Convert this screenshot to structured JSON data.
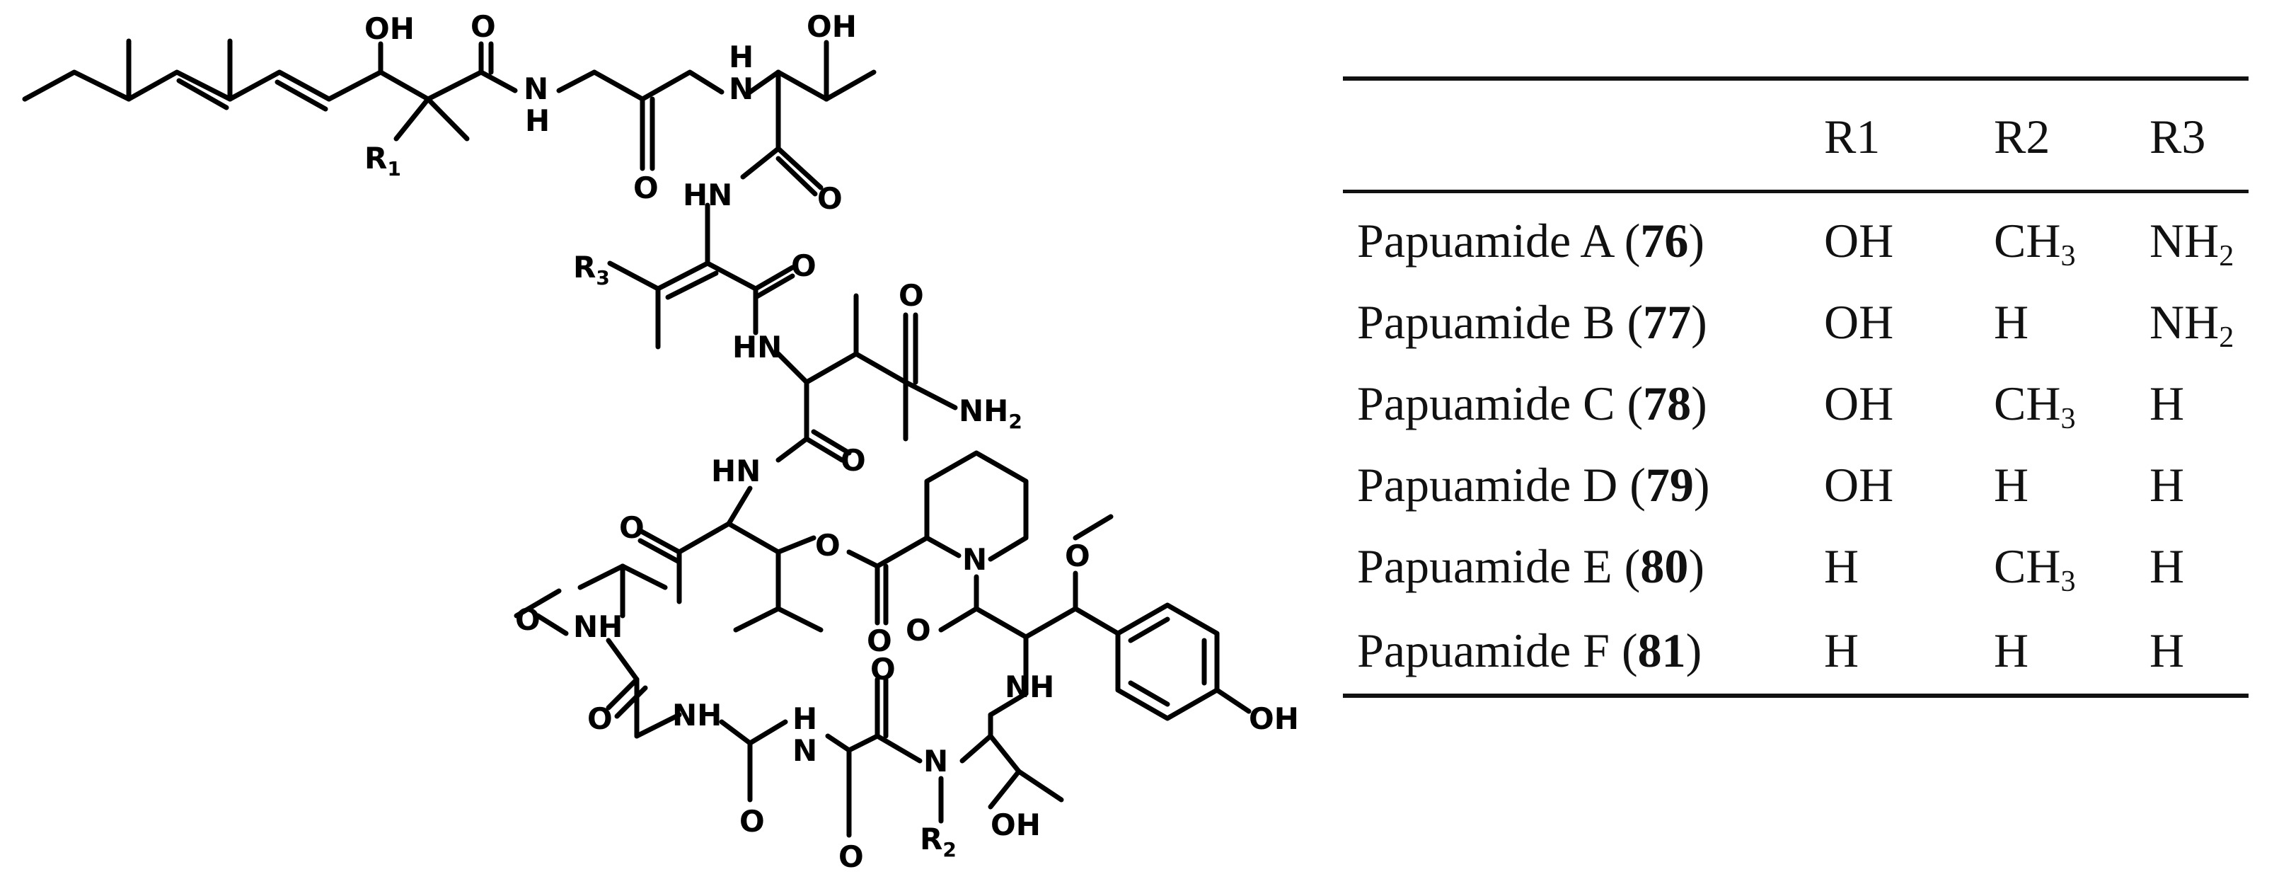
{
  "structure": {
    "labels": {
      "oh_top": "OH",
      "oh_thr_top": "OH",
      "n_top": "N",
      "h_top": "H",
      "n_thr": "N",
      "h_thr": "H",
      "o1": "O",
      "o2": "O",
      "o3": "O",
      "r1": "R",
      "r1_sub": "1",
      "hn_1": "HN",
      "r3": "R",
      "r3_sub": "3",
      "o4": "O",
      "hn_2": "HN",
      "o5": "O",
      "nh2": "NH",
      "nh2_sub": "2",
      "hn_3": "HN",
      "o6": "O",
      "o7": "O",
      "o_ester": "O",
      "n_pip": "N",
      "o_ome": "O",
      "nh_4": "NH",
      "o8": "O",
      "o_ome2": "O",
      "o9": "O",
      "nh_5": "NH",
      "o10": "O",
      "oh_phenol": "OH",
      "nh_6": "NH",
      "o11": "O",
      "n_7": "N",
      "h_7": "H",
      "o12": "O",
      "n_8": "N",
      "o13": "O",
      "r2": "R",
      "r2_sub": "2",
      "oh_bottom": "OH"
    }
  },
  "table": {
    "headers": [
      "",
      "R1",
      "R2",
      "R3"
    ],
    "rows": [
      {
        "name": "Papuamide A (",
        "cpd": "76",
        "close": ")",
        "r1": "OH",
        "r2": "CH",
        "r2_sub": "3",
        "r3": "NH",
        "r3_sub": "2"
      },
      {
        "name": "Papuamide B (",
        "cpd": "77",
        "close": ")",
        "r1": "OH",
        "r2": "H",
        "r2_sub": "",
        "r3": "NH",
        "r3_sub": "2"
      },
      {
        "name": "Papuamide C (",
        "cpd": "78",
        "close": ")",
        "r1": "OH",
        "r2": "CH",
        "r2_sub": "3",
        "r3": "H",
        "r3_sub": ""
      },
      {
        "name": "Papuamide D (",
        "cpd": "79",
        "close": ")",
        "r1": "OH",
        "r2": "H",
        "r2_sub": "",
        "r3": "H",
        "r3_sub": ""
      },
      {
        "name": "Papuamide E (",
        "cpd": "80",
        "close": ")",
        "r1": "H",
        "r2": "CH",
        "r2_sub": "3",
        "r3": "H",
        "r3_sub": ""
      },
      {
        "name": "Papuamide F (",
        "cpd": "81",
        "close": ")",
        "r1": "H",
        "r2": "H",
        "r2_sub": "",
        "r3": "H",
        "r3_sub": ""
      }
    ]
  }
}
